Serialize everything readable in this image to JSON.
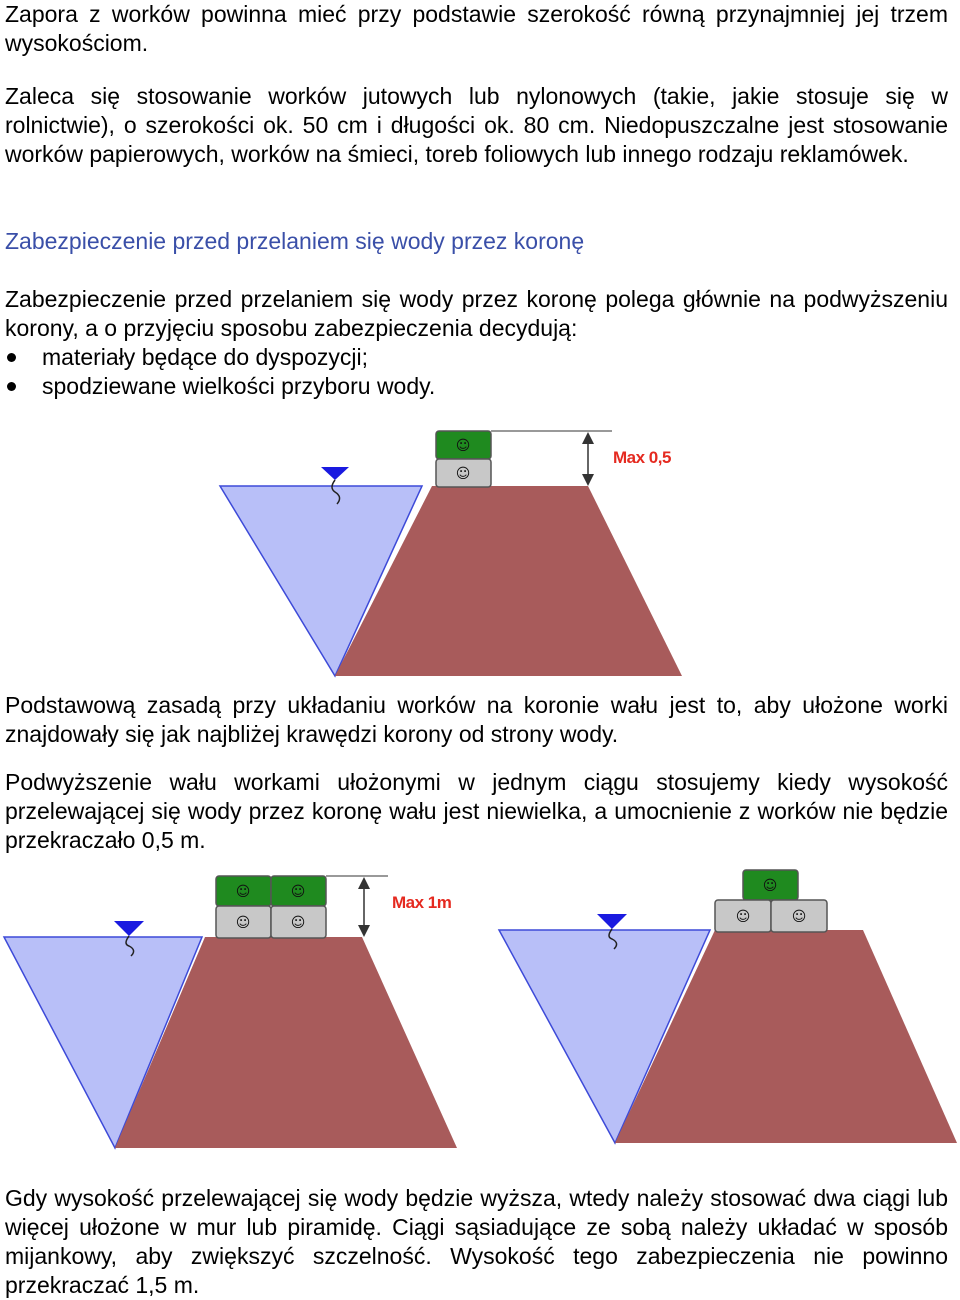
{
  "paragraphs": {
    "p1": "Zapora z worków powinna mieć przy podstawie szerokość równą przynajmniej jej trzem wysokościom.",
    "p2": "Zaleca się stosowanie worków jutowych lub nylonowych (takie, jakie stosuje się w rolnictwie), o szerokości ok. 50 cm i długości ok. 80 cm. Niedopuszczalne jest stosowanie worków papierowych, worków na śmieci, toreb foliowych lub innego rodzaju reklamówek.",
    "heading": "Zabezpieczenie przed przelaniem się wody przez koronę",
    "p3": "Zabezpieczenie przed przelaniem się wody przez koronę polega głównie na podwyższeniu korony, a o przyjęciu sposobu zabezpieczenia decydują:",
    "bullets": [
      "materiały będące do dyspozycji;",
      "spodziewane wielkości przyboru wody."
    ],
    "p4": "Podstawową zasadą przy układaniu worków na koronie wału jest to, aby ułożone worki znajdowały się jak najbliżej krawędzi korony od strony wody.",
    "p5": "Podwyższenie wału workami ułożonymi w jednym ciągu stosujemy kiedy wysokość przelewającej się wody przez koronę wału jest niewielka, a umocnienie z worków nie będzie przekraczało 0,5 m.",
    "p6": "Gdy wysokość przelewającej się wody będzie wyższa, wtedy należy stosować dwa ciągi lub więcej ułożone w mur lub piramidę. Ciągi sąsiadujące ze sobą należy układać w sposób mijankowy, aby zwiększyć szczelność. Wysokość tego zabezpieczenia nie powinno przekraczać 1,5 m."
  },
  "figures": {
    "fig1_label": "Max 0,5",
    "fig2_label": "Max 1m"
  },
  "colors": {
    "water": "#b8bff8",
    "embankment": "#a85b5b",
    "bag_green": "#1f8a1f",
    "bag_grey": "#c8c8c8",
    "label_red": "#e52a20",
    "heading": "#3a4fa8"
  }
}
